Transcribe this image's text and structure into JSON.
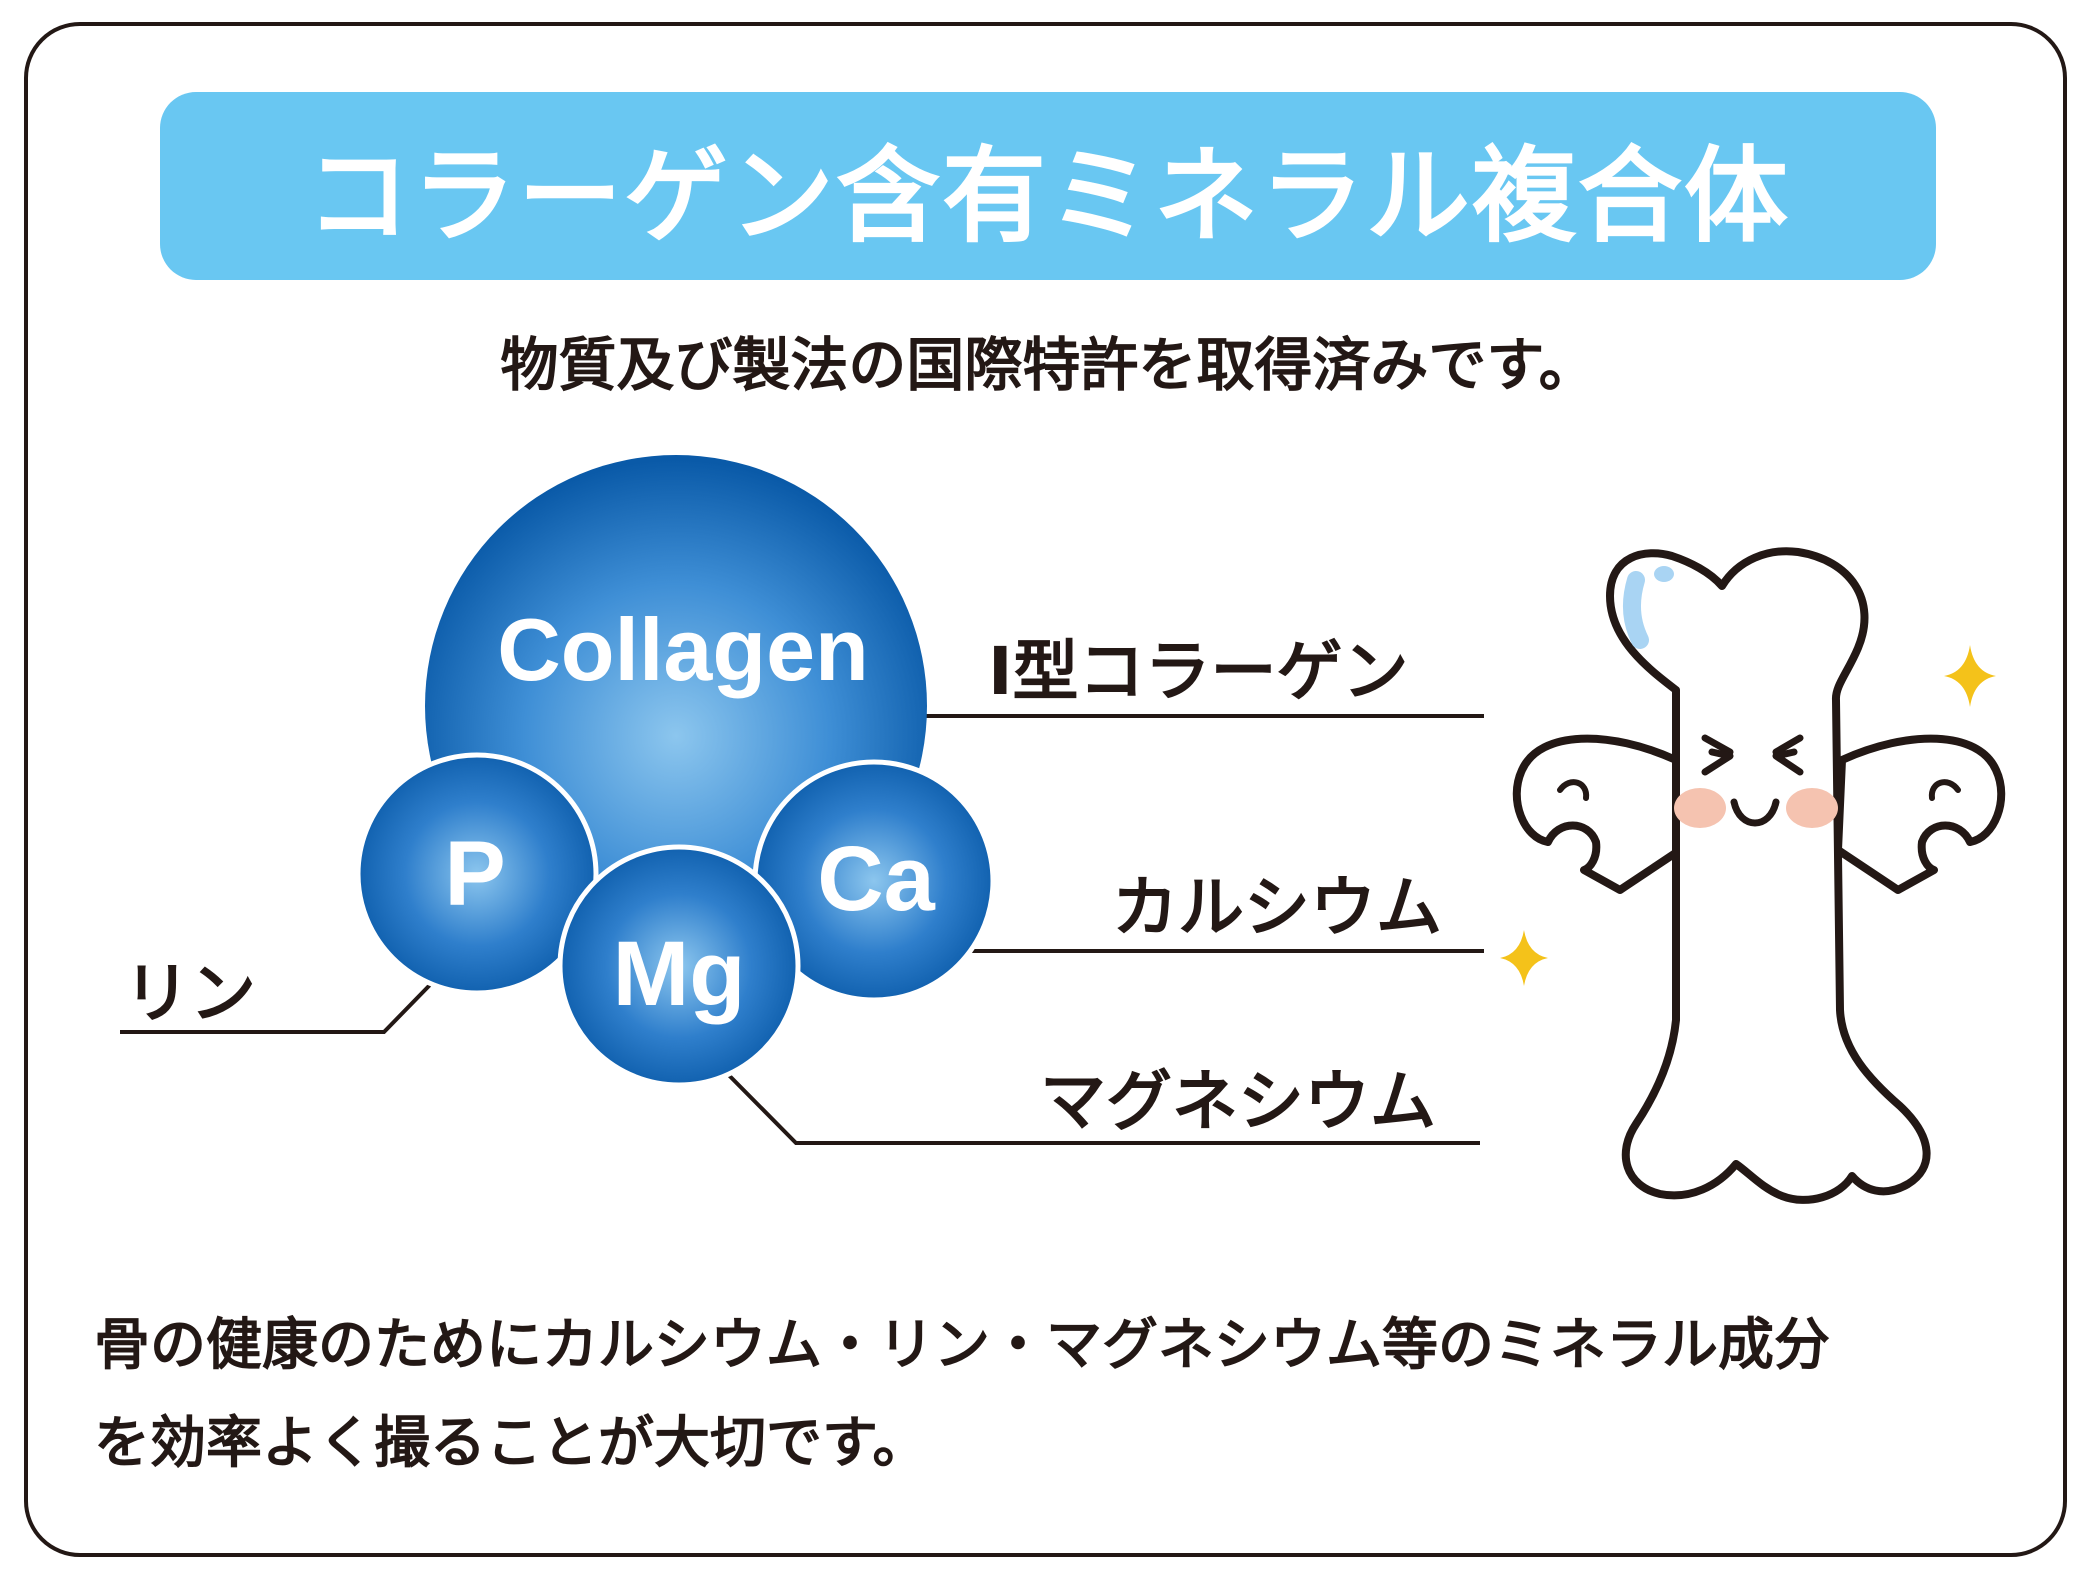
{
  "title": "コラーゲン含有ミネラル複合体",
  "subtitle": "物質及び製法の国際特許を取得済みです。",
  "atoms": {
    "collagen": "Collagen",
    "phosphorus": "P",
    "magnesium": "Mg",
    "calcium": "Ca"
  },
  "labels": {
    "collagen": "Ⅰ型コラーゲン",
    "calcium": "カルシウム",
    "magnesium": "マグネシウム",
    "phosphorus": "リン"
  },
  "description": {
    "line1": "骨の健康のためにカルシウム・リン・マグネシウム等のミネラル成分",
    "line2": "を効率よく撮ることが大切です。"
  },
  "colors": {
    "banner": "#69c7f2",
    "atom_dark": "#0a5aa8",
    "atom_light": "#8cc6ee",
    "sparkle": "#f4c21a",
    "cheek": "#f5c3b0",
    "bone_highlight": "#a9d4f3"
  },
  "icons": {
    "mascot": "bone-mascot-icon",
    "sparkle": "sparkle-icon"
  }
}
